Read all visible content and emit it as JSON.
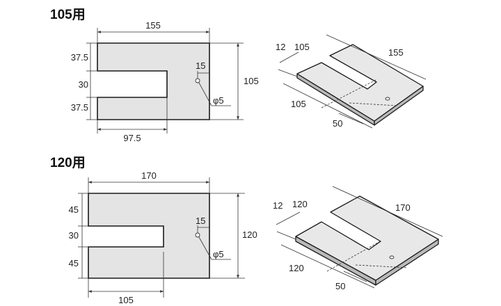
{
  "sections": [
    {
      "title": "105用",
      "front": {
        "width": "155",
        "height": "105",
        "slot_left_depth": "97.5",
        "top_band": "37.5",
        "slot_height": "30",
        "bottom_band": "37.5",
        "hole_offset": "15",
        "hole_dia": "φ5"
      },
      "iso": {
        "thickness": "12",
        "slot_width_top": "105",
        "length": "155",
        "lower_width": "105",
        "lower_depth": "50"
      }
    },
    {
      "title": "120用",
      "front": {
        "width": "170",
        "height": "120",
        "slot_left_depth": "105",
        "top_band": "45",
        "slot_height": "30",
        "bottom_band": "45",
        "hole_offset": "15",
        "hole_dia": "φ5"
      },
      "iso": {
        "thickness": "12",
        "slot_width_top": "120",
        "length": "170",
        "lower_width": "120",
        "lower_depth": "50"
      }
    }
  ]
}
